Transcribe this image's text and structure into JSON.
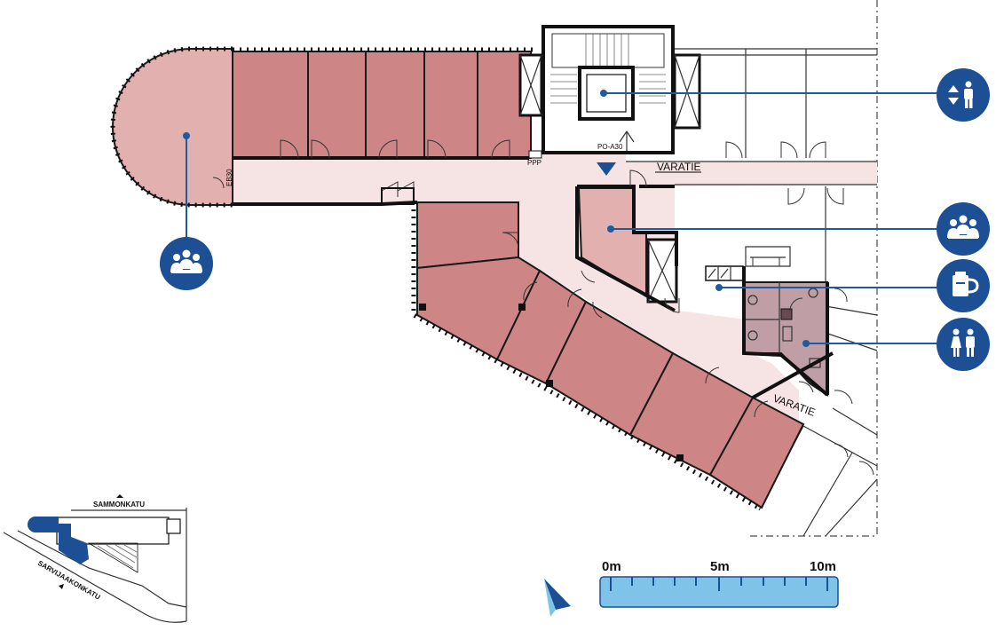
{
  "labels": {
    "varatie_top": "VARATIE",
    "varatie_bottom": "VARATIE",
    "ppp": "PPP",
    "po_a30": "PO-A30",
    "eb30": "EB30"
  },
  "streets": {
    "north": "SAMMONKATU",
    "south": "SARVIJAAKONKATU"
  },
  "scale": {
    "start": "0m",
    "mid": "5m",
    "end": "10m"
  },
  "colors": {
    "office": "#cd8585",
    "meeting": "#e3b0b0",
    "wc": "#bf9ea5",
    "corridor": "#f6e4e4",
    "accent": "#1d4f94"
  },
  "markers": [
    {
      "icon": "elevator-icon"
    },
    {
      "icon": "meeting-room-icon"
    },
    {
      "icon": "kitchen-icon"
    },
    {
      "icon": "toilet-icon"
    },
    {
      "icon": "meeting-room-icon"
    }
  ]
}
